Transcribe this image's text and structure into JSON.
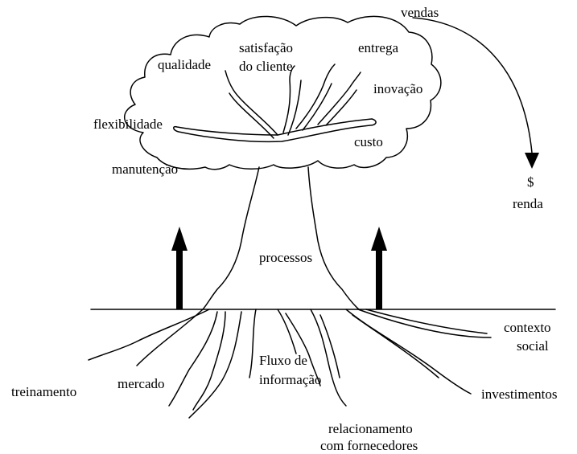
{
  "diagram": {
    "tree_top": {
      "vendas": "vendas",
      "satisfacao_line1": "satisfação",
      "satisfacao_line2": "do cliente",
      "qualidade": "qualidade",
      "entrega": "entrega",
      "inovacao": "inovação",
      "flexibilidade": "flexibilidade",
      "custo": "custo",
      "manutencao": "manutenção"
    },
    "output": {
      "currency": "$",
      "renda": "renda"
    },
    "trunk": {
      "processos": "processos"
    },
    "roots": {
      "contexto_line1": "contexto",
      "contexto_line2": "social",
      "treinamento": "treinamento",
      "mercado": "mercado",
      "fluxo_line1": "Fluxo de",
      "fluxo_line2": "informação",
      "investimentos": "investimentos",
      "relacionamento_line1": "relacionamento",
      "relacionamento_line2": "com fornecedores"
    }
  }
}
